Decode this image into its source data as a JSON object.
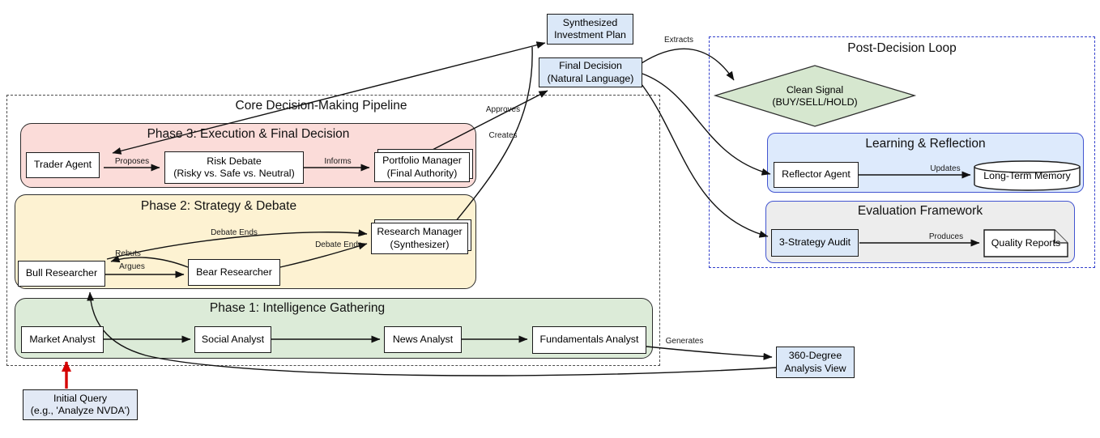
{
  "diagram": {
    "containers": {
      "core": {
        "title": "Core Decision-Making Pipeline"
      },
      "post": {
        "title": "Post-Decision Loop"
      },
      "phase3": {
        "title": "Phase 3: Execution & Final Decision"
      },
      "phase2": {
        "title": "Phase 2: Strategy & Debate"
      },
      "phase1": {
        "title": "Phase 1: Intelligence Gathering"
      },
      "learning": {
        "title": "Learning & Reflection"
      },
      "evaluation": {
        "title": "Evaluation Framework"
      }
    },
    "nodes": {
      "trader": {
        "line1": "Trader Agent"
      },
      "risk_debate": {
        "line1": "Risk Debate",
        "line2": "(Risky vs. Safe vs. Neutral)"
      },
      "portfolio": {
        "line1": "Portfolio Manager",
        "line2": "(Final Authority)"
      },
      "research_manager": {
        "line1": "Research Manager",
        "line2": "(Synthesizer)"
      },
      "bull": {
        "line1": "Bull Researcher"
      },
      "bear": {
        "line1": "Bear Researcher"
      },
      "market": {
        "line1": "Market Analyst"
      },
      "social": {
        "line1": "Social Analyst"
      },
      "news": {
        "line1": "News Analyst"
      },
      "fundamentals": {
        "line1": "Fundamentals Analyst"
      },
      "initial_query": {
        "line1": "Initial Query",
        "line2": "(e.g., 'Analyze NVDA')"
      },
      "sip": {
        "line1": "Synthesized",
        "line2": "Investment Plan"
      },
      "final_decision": {
        "line1": "Final Decision",
        "line2": "(Natural Language)"
      },
      "clean_signal": {
        "line1": "Clean Signal",
        "line2": "(BUY/SELL/HOLD)"
      },
      "reflector": {
        "line1": "Reflector Agent"
      },
      "memory": {
        "line1": "Long-Term Memory"
      },
      "audit": {
        "line1": "3-Strategy Audit"
      },
      "quality": {
        "line1": "Quality Reports"
      },
      "view360": {
        "line1": "360-Degree",
        "line2": "Analysis View"
      }
    },
    "edge_labels": {
      "proposes": "Proposes",
      "informs": "Informs",
      "approves": "Approves",
      "creates": "Creates",
      "extracts": "Extracts",
      "rebuts": "Rebuts",
      "argues": "Argues",
      "debate_ends_bull": "Debate Ends",
      "debate_ends_bear": "Debate Ends",
      "generates": "Generates",
      "updates": "Updates",
      "produces": "Produces"
    },
    "colors": {
      "phase3_fill": "#fbdcd9",
      "phase2_fill": "#fdf2d2",
      "phase1_fill": "#dcebd8",
      "signal_fill": "#d6e7cf",
      "learning_fill": "#ddeafc",
      "evaluation_fill": "#ededed",
      "blue_node_fill": "#dbe8f8",
      "blue_border": "#3340cc",
      "core_dash_border": "#4a4a4a",
      "arrow": "#111111",
      "red_arrow": "#d40000"
    }
  }
}
